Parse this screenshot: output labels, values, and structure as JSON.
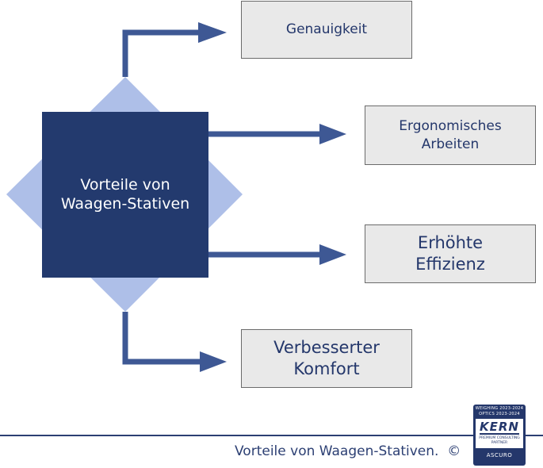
{
  "diagram": {
    "center_label": "Vorteile von\nWaagen-Stativen",
    "boxes": [
      {
        "id": "genauigkeit",
        "label": "Genauigkeit"
      },
      {
        "id": "ergonomisch",
        "label": "Ergonomisches\nArbeiten"
      },
      {
        "id": "effizienz",
        "label": "Erhöhte\nEffizienz"
      },
      {
        "id": "komfort",
        "label": "Verbesserter\nKomfort"
      }
    ]
  },
  "colors": {
    "center_square": "#233a6e",
    "diamond": "#aebfe8",
    "arrow": "#3e5894",
    "box_fill": "#e9e9e9",
    "box_text": "#24376b"
  },
  "footer": {
    "caption": "Vorteile von Waagen-Stativen.  ©"
  },
  "badge": {
    "line1": "WEIGHING 2023-2024",
    "line2": "OPTICS 2023-2024",
    "brand": "KERN",
    "partner": "PREMIUM CONSULTING PARTNER",
    "company": "ASCURO"
  }
}
